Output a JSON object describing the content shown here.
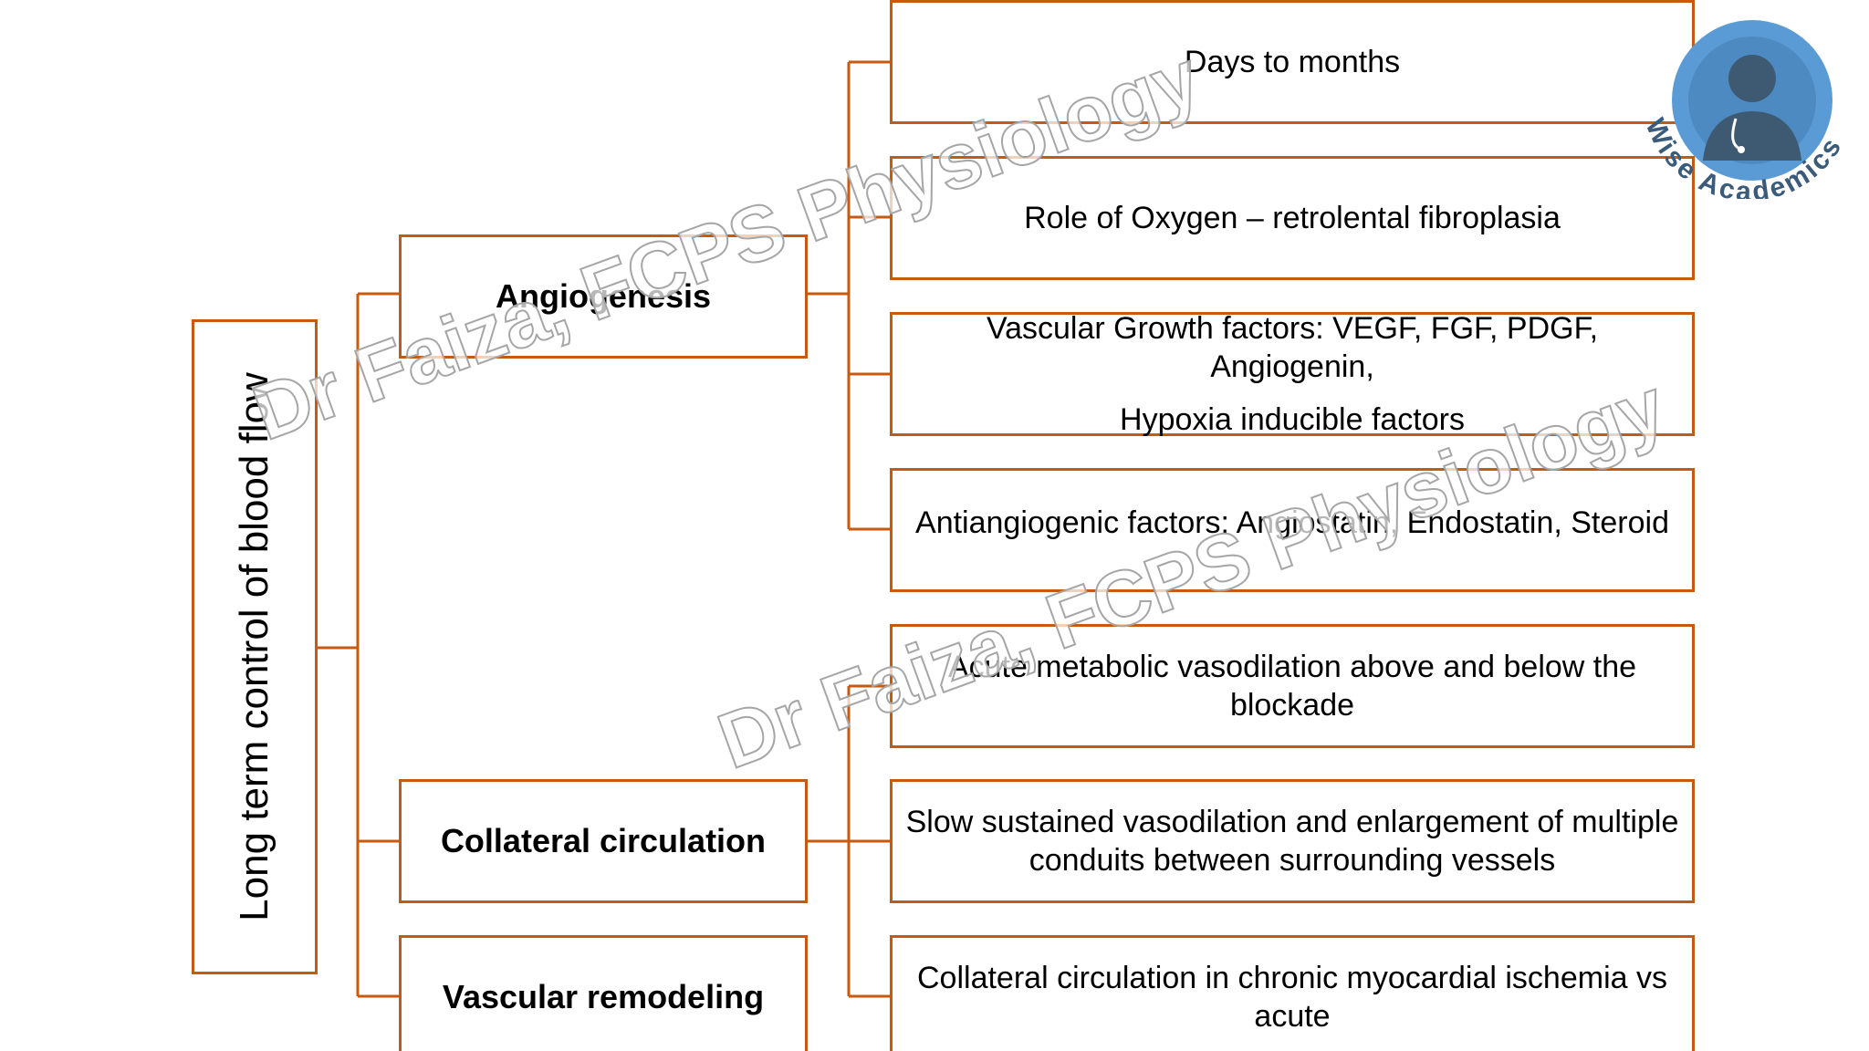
{
  "root": {
    "label": "Long term control of blood flow"
  },
  "categories": [
    {
      "label": "Angiogenesis"
    },
    {
      "label": "Collateral circulation"
    },
    {
      "label": "Vascular remodeling"
    }
  ],
  "angiogenesis_items": [
    {
      "line1": "Days to months"
    },
    {
      "line1": "Role of Oxygen – retrolental fibroplasia"
    },
    {
      "line1": "Vascular Growth factors: VEGF, FGF, PDGF, Angiogenin,",
      "line2": "Hypoxia inducible factors"
    },
    {
      "line1": "Antiangiogenic factors: Angiostatin, Endostatin, Steroid"
    }
  ],
  "collateral_items": [
    {
      "line1": "Acute metabolic vasodilation above and below the blockade"
    },
    {
      "line1": "Slow sustained vasodilation and enlargement of multiple conduits between surrounding vessels"
    },
    {
      "line1": "Collateral circulation in chronic myocardial ischemia vs acute"
    }
  ],
  "watermark": {
    "text": "Dr Faiza, FCPS Physiology"
  },
  "logo": {
    "text": "Wise Academics",
    "icon": "doctor-avatar-icon"
  },
  "colors": {
    "line": "#c55a11",
    "logo_circle": "#5a9bd5",
    "logo_text": "#3b5b7a"
  }
}
